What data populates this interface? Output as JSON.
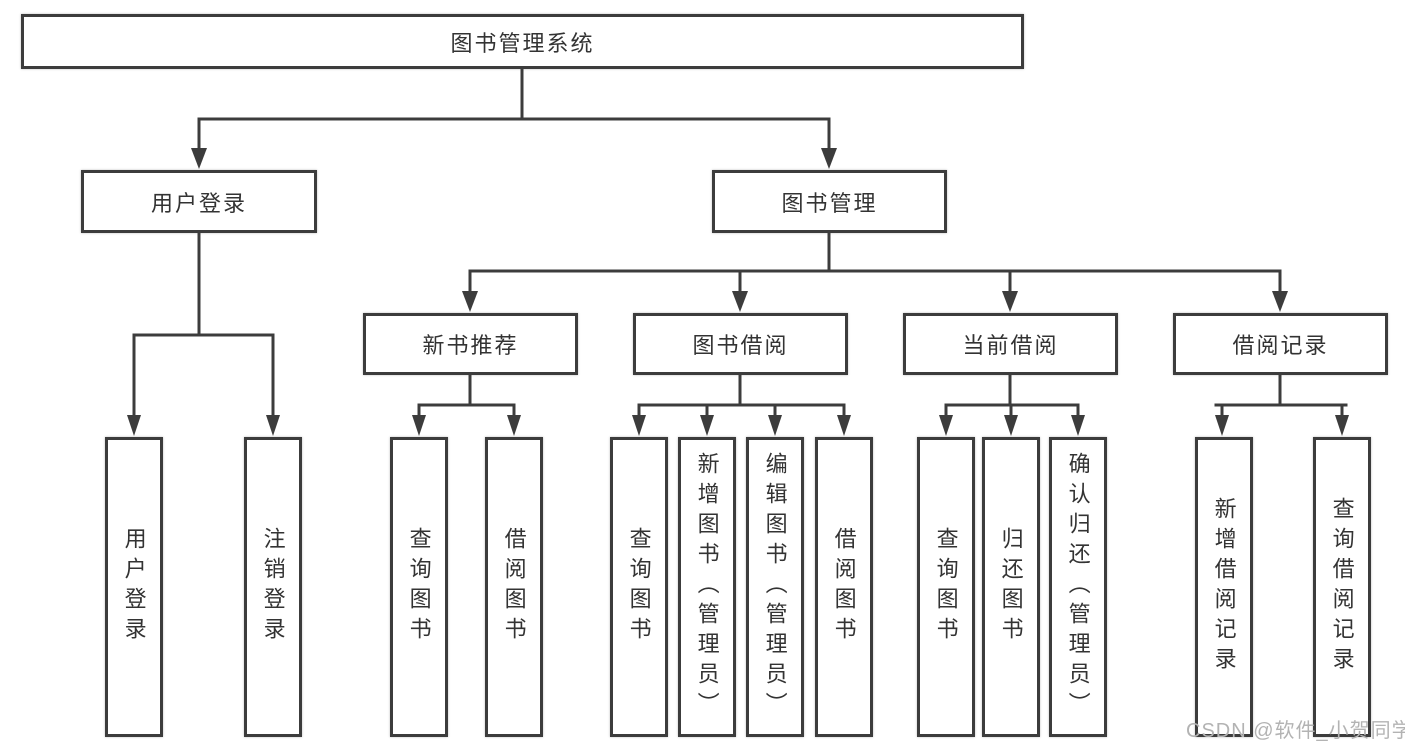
{
  "diagram": {
    "root": {
      "label": "图书管理系统"
    },
    "branches": [
      {
        "label": "用户登录",
        "children": [
          "用户登录",
          "注销登录"
        ]
      },
      {
        "label": "图书管理",
        "sections": [
          {
            "label": "新书推荐",
            "children": [
              "查询图书",
              "借阅图书"
            ]
          },
          {
            "label": "图书借阅",
            "children": [
              "查询图书",
              "新增图书（管理员）",
              "编辑图书（管理员）",
              "借阅图书"
            ]
          },
          {
            "label": "当前借阅",
            "children": [
              "查询图书",
              "归还图书",
              "确认归还（管理员）"
            ]
          },
          {
            "label": "借阅记录",
            "children": [
              "新增借阅记录",
              "查询借阅记录"
            ]
          }
        ]
      }
    ]
  },
  "watermark": {
    "text": "CSDN @软件_小贺同学"
  },
  "colors": {
    "line": "#3c3c3c",
    "text": "#333333",
    "box_background": "#ffffff",
    "page_background": "#ffffff",
    "watermark": "#b3b3b3"
  }
}
